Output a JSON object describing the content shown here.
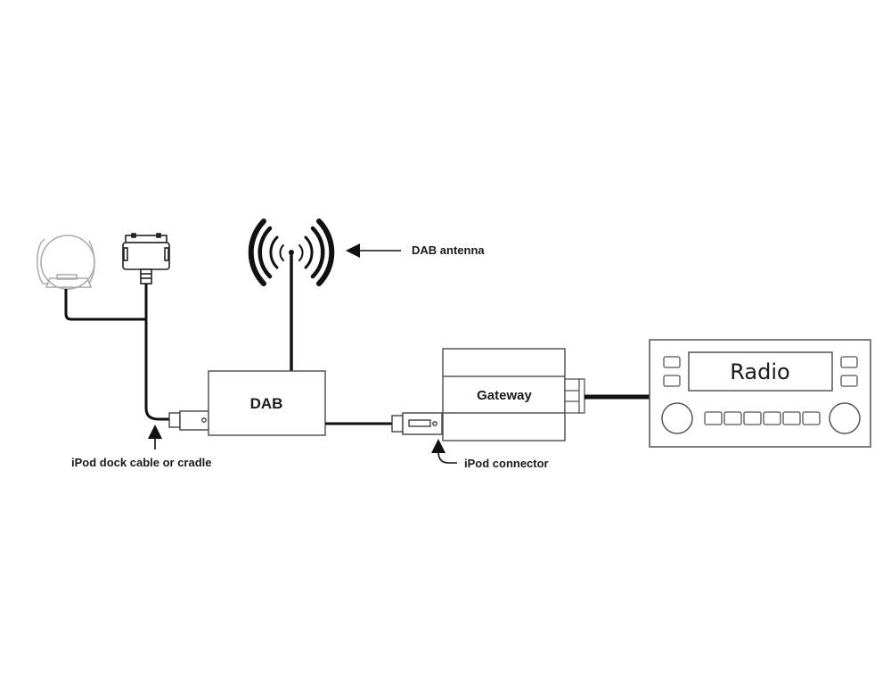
{
  "diagram": {
    "type": "wiring-diagram",
    "colors": {
      "line": "#111111",
      "outline": "#555555",
      "cradle": "#aaaaaa",
      "background": "#ffffff"
    },
    "components": {
      "dab_box": {
        "label": "DAB"
      },
      "gateway_box": {
        "label": "Gateway"
      },
      "radio_unit": {
        "display_text": "Radio",
        "preset_buttons": 6,
        "side_buttons_per_side": 2,
        "knobs": 2
      },
      "antenna": {
        "icon": "broadcast-antenna-icon"
      },
      "ipod_cradle": {
        "icon": "ipod-cradle-icon"
      },
      "dock_connector": {
        "icon": "30-pin-dock-connector-icon"
      }
    },
    "annotations": {
      "antenna": "DAB antenna",
      "dock_cable": "iPod dock cable or cradle",
      "ipod_connector": "iPod connector"
    },
    "connections": [
      {
        "from": "ipod_cradle",
        "to": "dab_box"
      },
      {
        "from": "dock_connector",
        "to": "dab_box"
      },
      {
        "from": "antenna",
        "to": "dab_box"
      },
      {
        "from": "dab_box",
        "to": "gateway_box",
        "via": "ipod_connector"
      },
      {
        "from": "gateway_box",
        "to": "radio_unit"
      }
    ]
  }
}
